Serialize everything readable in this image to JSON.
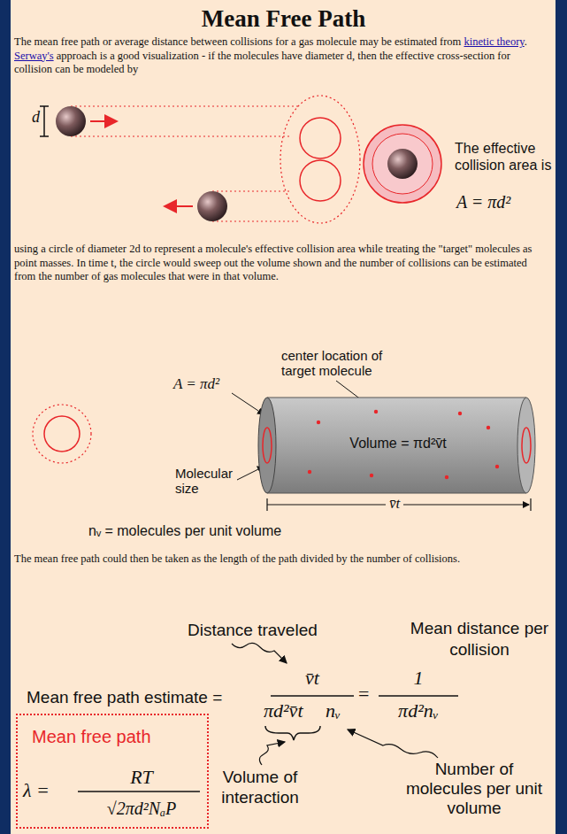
{
  "diagram": {
    "title": "Mean Free Path",
    "nodes": [
      {
        "text": [
          "Volume = πd²v̄t"
        ]
      },
      {
        "text": [
          "Mean free path",
          "λ =",
          "RT",
          "√2πd²NₐP"
        ]
      }
    ],
    "labels": [
      "The mean free path or average distance between collisions for a gas molecule may be estimated from",
      "kinetic theory",
      ".",
      "Serway's",
      "approach is a good visualization - if the molecules have diameter d, then the effective cross-section for collision can be modeled by",
      "d",
      "The effective collision area is",
      "A = πd²",
      "using a circle of diameter 2d to represent a molecule's effective collision area while treating the \"target\" molecules as point masses. In time t, the circle would sweep out the volume shown and the number of collisions can be estimated from the number of gas molecules that were in that volume.",
      "center location of target molecule",
      "A = πd²",
      "Molecular size",
      "v̄t",
      "nᵥ = molecules per unit volume",
      "The mean free path could then be taken as the length of the path divided by the number of collisions.",
      "Distance traveled",
      "Mean distance per collision",
      "Mean free path estimate =",
      "v̄t",
      "πd²v̄t",
      "nᵥ",
      "=",
      "1",
      "πd²nᵥ",
      "Volume of interaction",
      "Number of molecules per unit volume"
    ]
  }
}
